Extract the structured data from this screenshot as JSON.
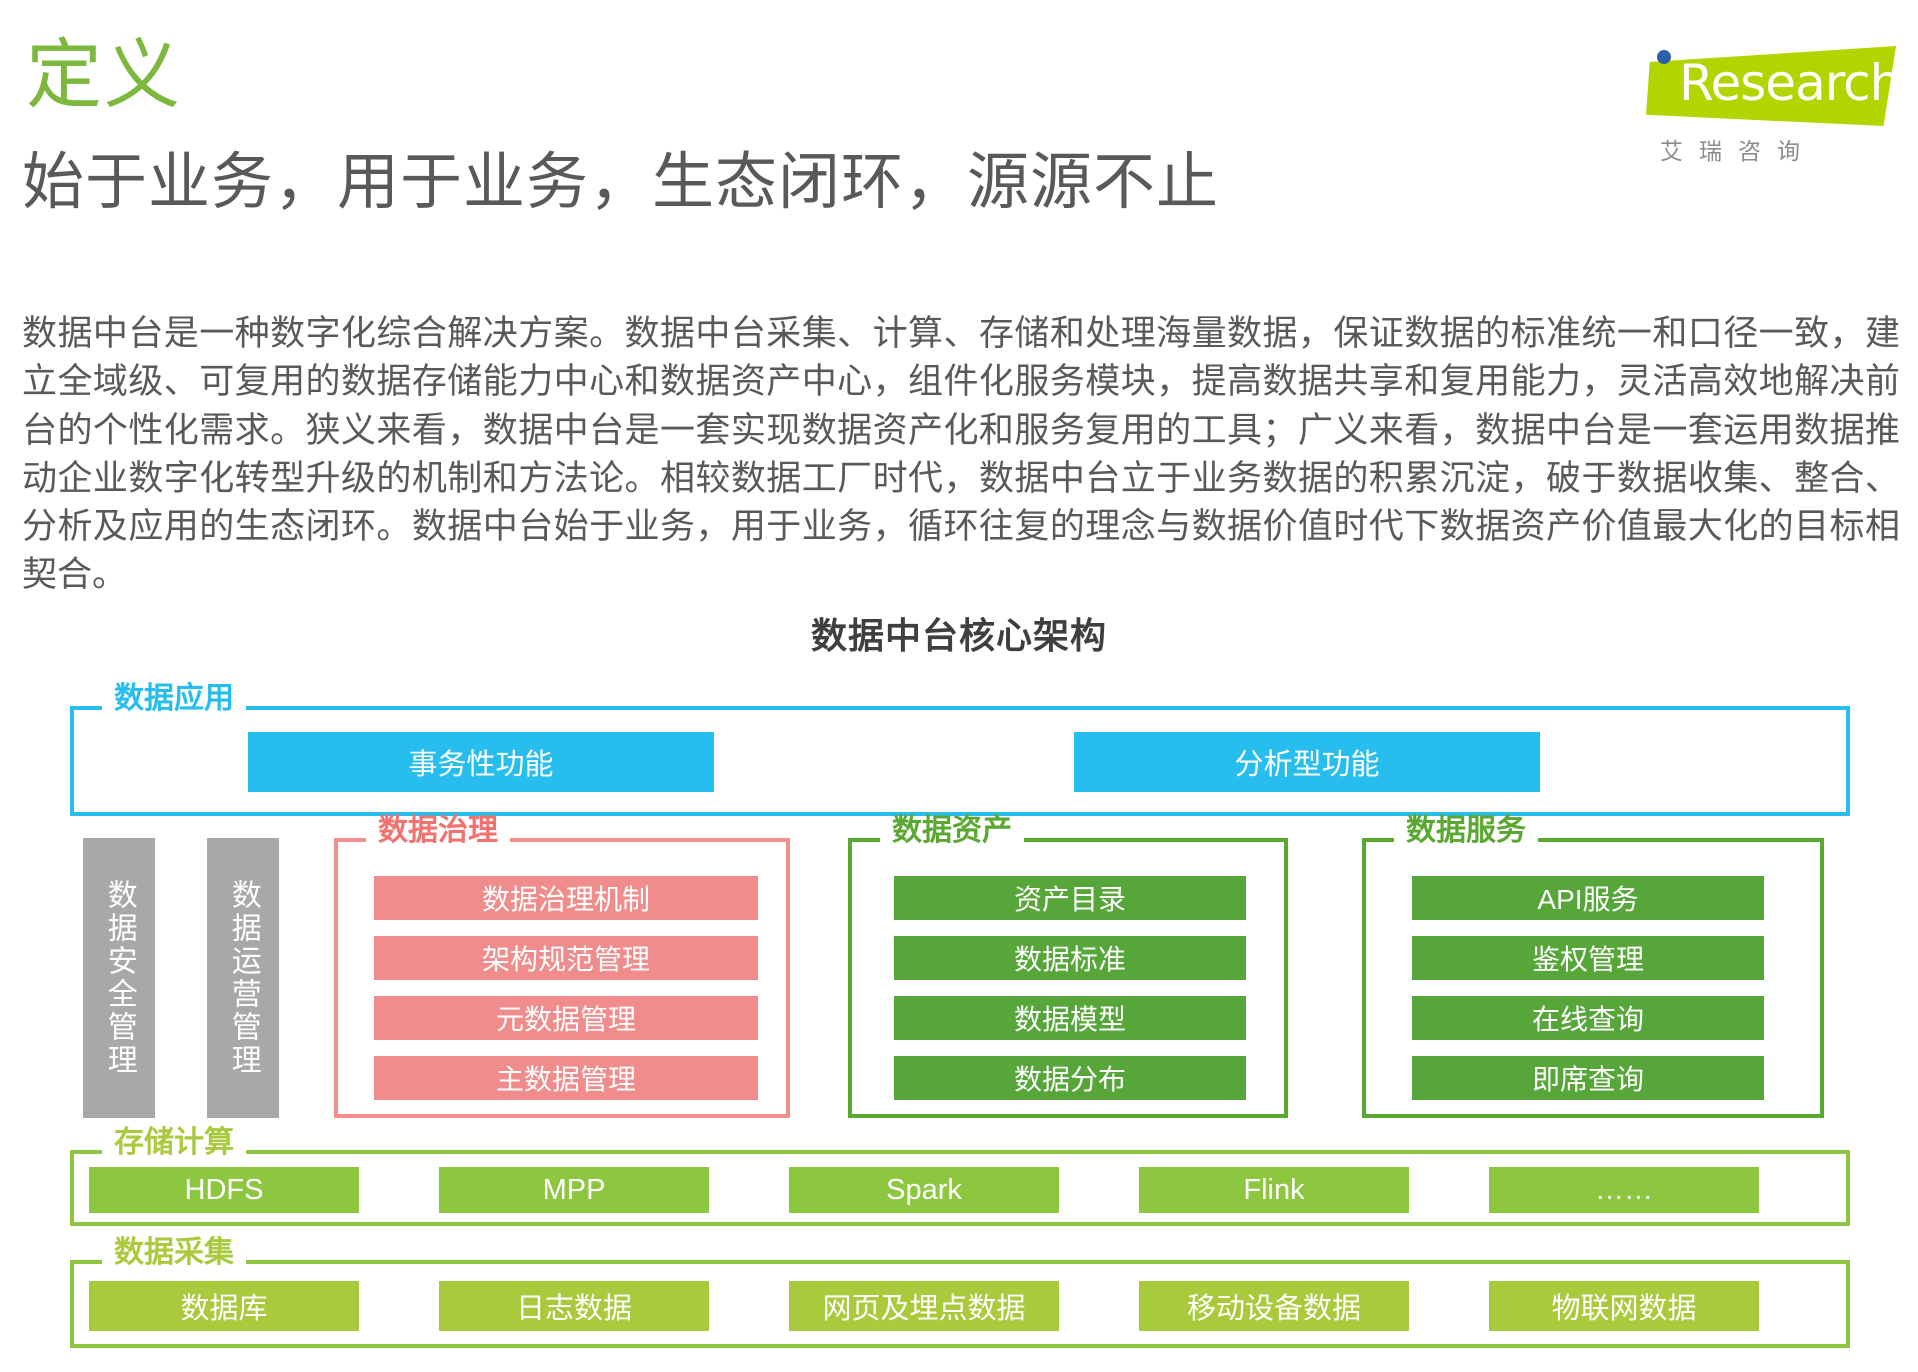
{
  "header": {
    "kicker": "定义",
    "headline": "始于业务，用于业务，生态闭环，源源不止",
    "logo": {
      "mark_text": "Research",
      "i_letter": "i",
      "subtitle": "艾瑞咨询"
    }
  },
  "body": {
    "paragraph": "数据中台是一种数字化综合解决方案。数据中台采集、计算、存储和处理海量数据，保证数据的标准统一和口径一致，建立全域级、可复用的数据存储能力中心和数据资产中心，组件化服务模块，提高数据共享和复用能力，灵活高效地解决前台的个性化需求。狭义来看，数据中台是一套实现数据资产化和服务复用的工具；广义来看，数据中台是一套运用数据推动企业数字化转型升级的机制和方法论。相较数据工厂时代，数据中台立于业务数据的积累沉淀，破于数据收集、整合、分析及应用的生态闭环。数据中台始于业务，用于业务，循环往复的理念与数据价值时代下数据资产价值最大化的目标相契合。"
  },
  "diagram": {
    "title": "数据中台核心架构",
    "application_layer": {
      "label": "数据应用",
      "color": "#27bdef",
      "chips": [
        "事务性功能",
        "分析型功能"
      ]
    },
    "side_columns": [
      {
        "label": "数据安全管理",
        "color": "#a6a8aa"
      },
      {
        "label": "数据运营管理",
        "color": "#a6a8aa"
      }
    ],
    "pillars": [
      {
        "label": "数据治理",
        "border_color": "#f28e8e",
        "label_color": "#f2726f",
        "chip_color": "#f18c8c",
        "items": [
          "数据治理机制",
          "架构规范管理",
          "元数据管理",
          "主数据管理"
        ]
      },
      {
        "label": "数据资产",
        "border_color": "#5aa832",
        "label_color": "#5aa832",
        "chip_color": "#56a63a",
        "items": [
          "资产目录",
          "数据标准",
          "数据模型",
          "数据分布"
        ]
      },
      {
        "label": "数据服务",
        "border_color": "#5aa832",
        "label_color": "#5aa832",
        "chip_color": "#56a63a",
        "items": [
          "API服务",
          "鉴权管理",
          "在线查询",
          "即席查询"
        ]
      }
    ],
    "storage_layer": {
      "label": "存储计算",
      "color": "#8dc63f",
      "chips": [
        "HDFS",
        "MPP",
        "Spark",
        "Flink",
        "……"
      ]
    },
    "ingest_layer": {
      "label": "数据采集",
      "color": "#a9ca3c",
      "chips": [
        "数据库",
        "日志数据",
        "网页及埋点数据",
        "移动设备数据",
        "物联网数据"
      ]
    }
  }
}
